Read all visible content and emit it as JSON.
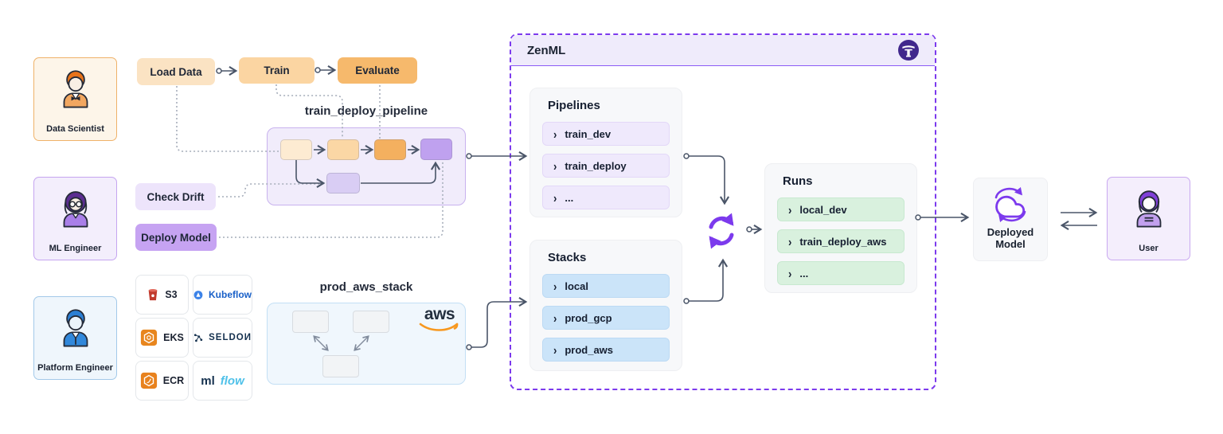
{
  "personas": {
    "data_scientist": {
      "label": "Data Scientist"
    },
    "ml_engineer": {
      "label": "ML Engineer"
    },
    "platform_engineer": {
      "label": "Platform Engineer"
    },
    "user": {
      "label": "User"
    }
  },
  "steps": {
    "load_data": "Load Data",
    "train": "Train",
    "evaluate": "Evaluate",
    "check_drift": "Check Drift",
    "deploy_model": "Deploy Model"
  },
  "pipeline": {
    "title": "train_deploy_pipeline"
  },
  "aws_stack": {
    "title": "prod_aws_stack",
    "logo_text": "aws"
  },
  "tools": [
    {
      "label": "S3"
    },
    {
      "label": "Kubeflow"
    },
    {
      "label": "EKS"
    },
    {
      "label": "SELDOИ"
    },
    {
      "label": "ECR"
    },
    {
      "prefix": "ml",
      "suffix": "flow"
    }
  ],
  "zenml": {
    "title": "ZenML",
    "panels": {
      "pipelines": {
        "title": "Pipelines",
        "rows": [
          "train_dev",
          "train_deploy",
          "..."
        ]
      },
      "stacks": {
        "title": "Stacks",
        "rows": [
          "local",
          "prod_gcp",
          "prod_aws"
        ]
      },
      "runs": {
        "title": "Runs",
        "rows": [
          "local_dev",
          "train_deploy_aws",
          "..."
        ]
      }
    }
  },
  "deployed_model": {
    "label": "Deployed Model"
  },
  "icons": {
    "chevron": "›"
  },
  "colors": {
    "accent_purple": "#7C3AED",
    "zenml_logo_bg": "#40278C",
    "step_cream": "#FBE3C3",
    "step_light_orange": "#FBD5A2",
    "step_orange": "#F6B96C",
    "step_light_purple": "#EDE4FB",
    "step_purple": "#C6A3F2",
    "row_purple": "#EFE9FC",
    "row_blue": "#CBE4F9",
    "row_green": "#D9F1DE",
    "aws_orange": "#F7981F",
    "connector": "#4A5568"
  }
}
